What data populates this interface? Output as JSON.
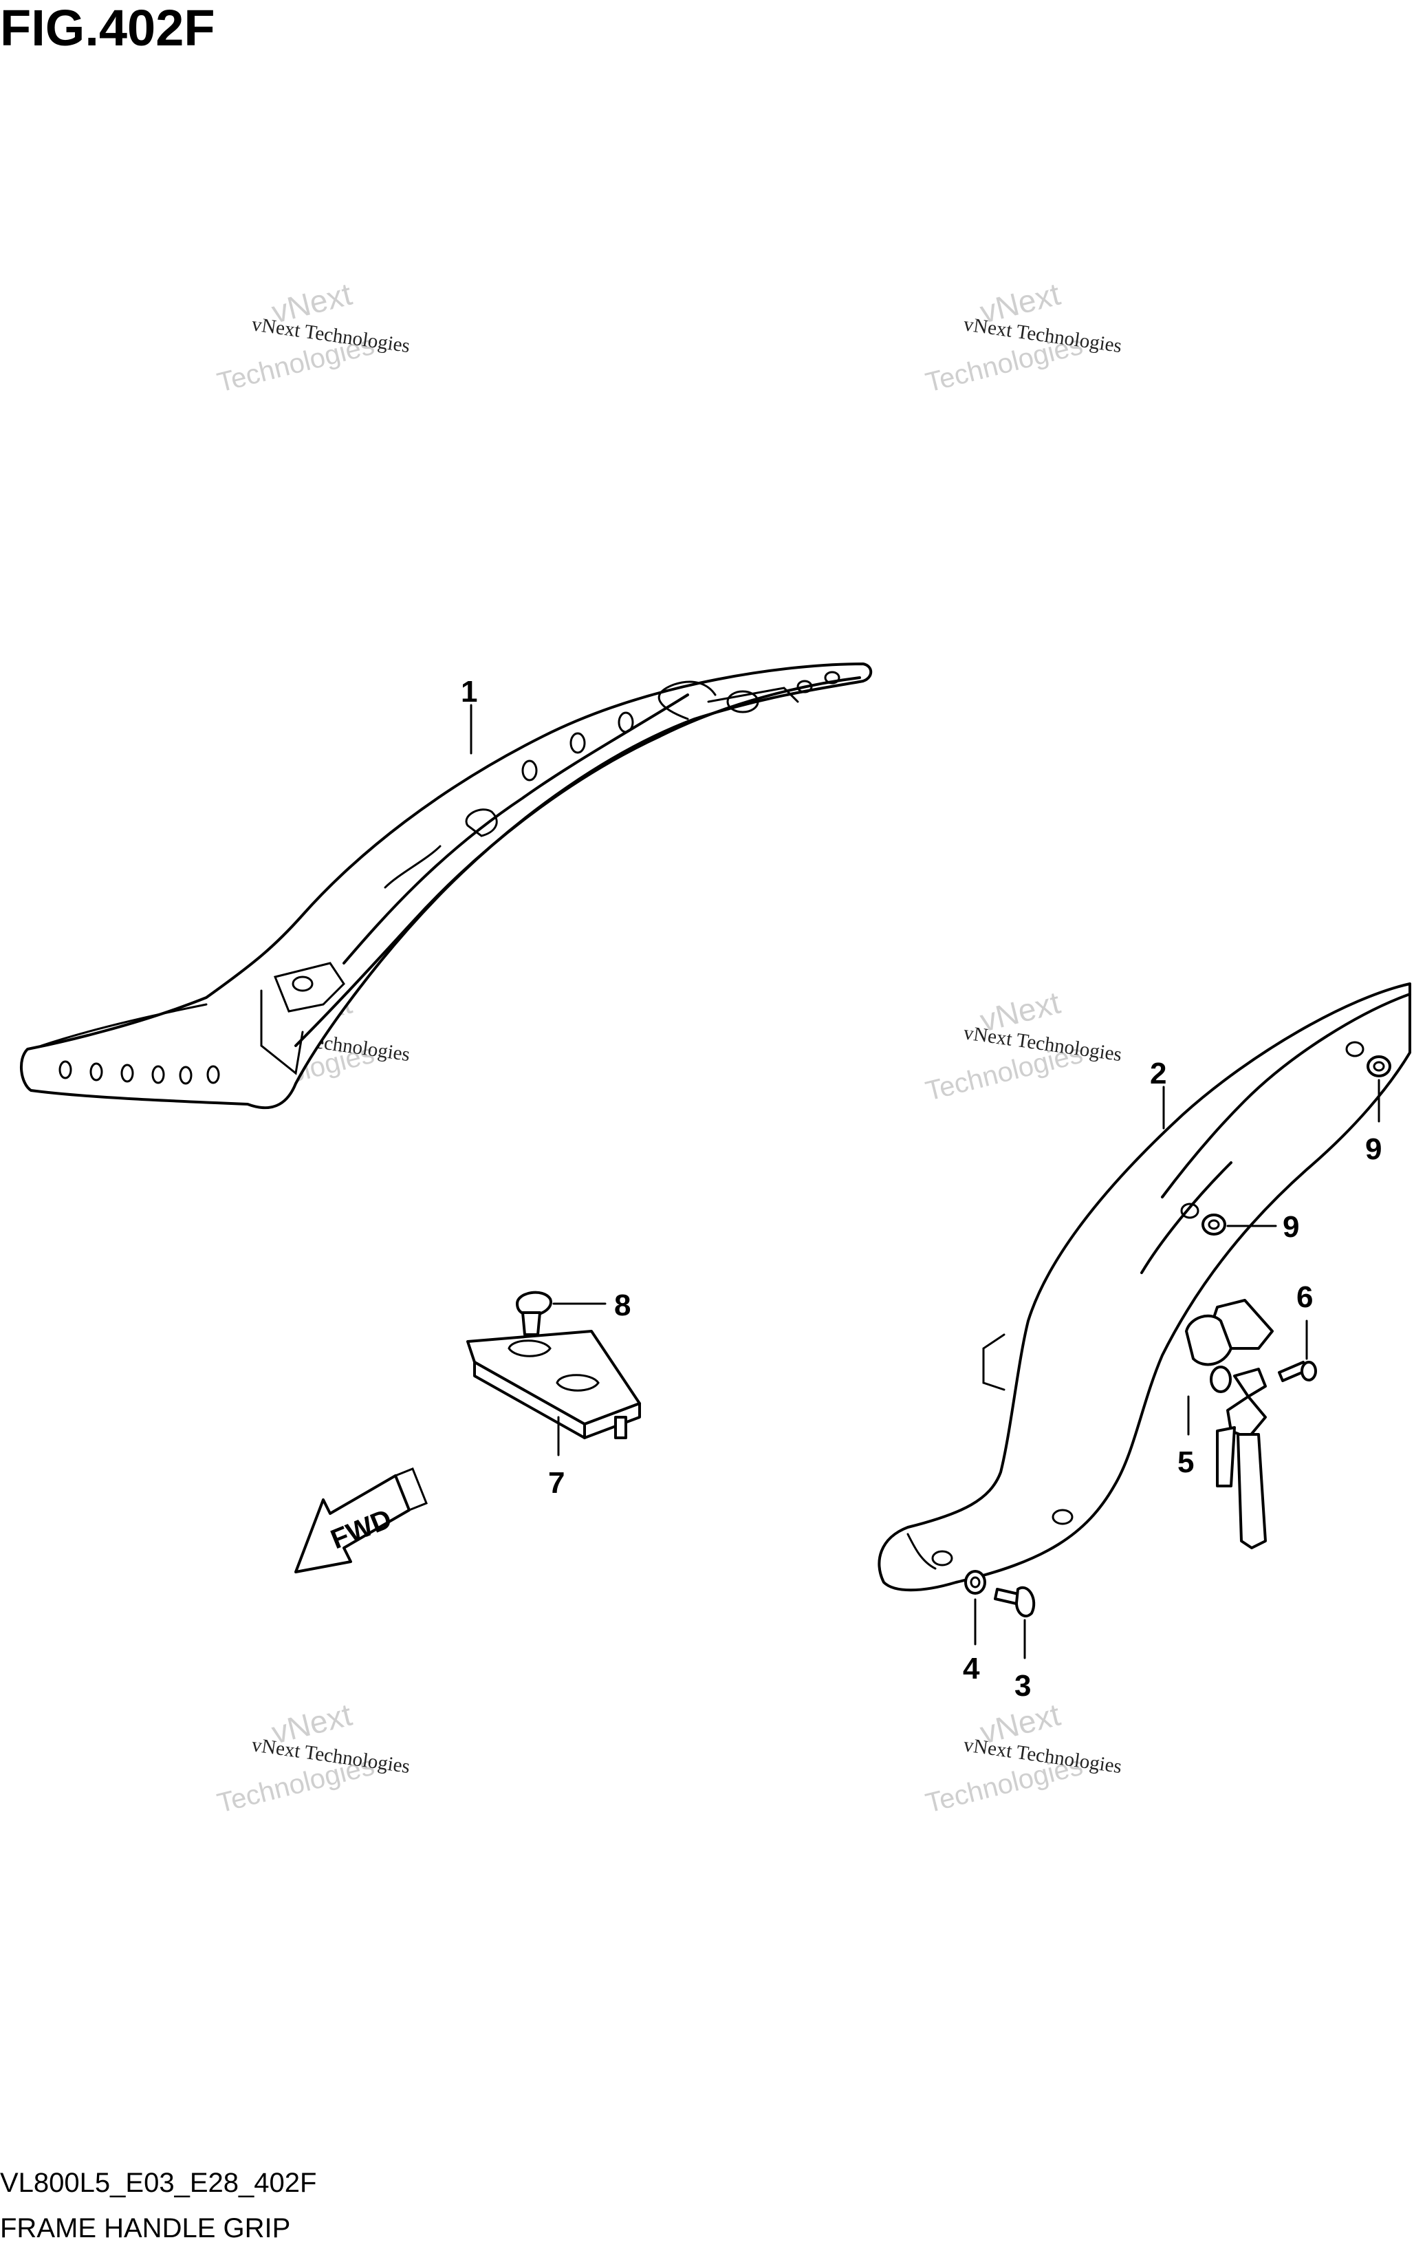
{
  "figure": {
    "title": "FIG.402F",
    "code": "VL800L5_E03_E28_402F",
    "caption": "FRAME HANDLE GRIP"
  },
  "direction_arrow": {
    "label": "FWD"
  },
  "callouts": {
    "c1": "1",
    "c2": "2",
    "c3": "3",
    "c4": "4",
    "c5": "5",
    "c6": "6",
    "c7": "7",
    "c8": "8",
    "c9a": "9",
    "c9b": "9"
  },
  "watermark": {
    "line1": "vNext Technologies",
    "line2": "vNext",
    "line3": "Technologies"
  }
}
